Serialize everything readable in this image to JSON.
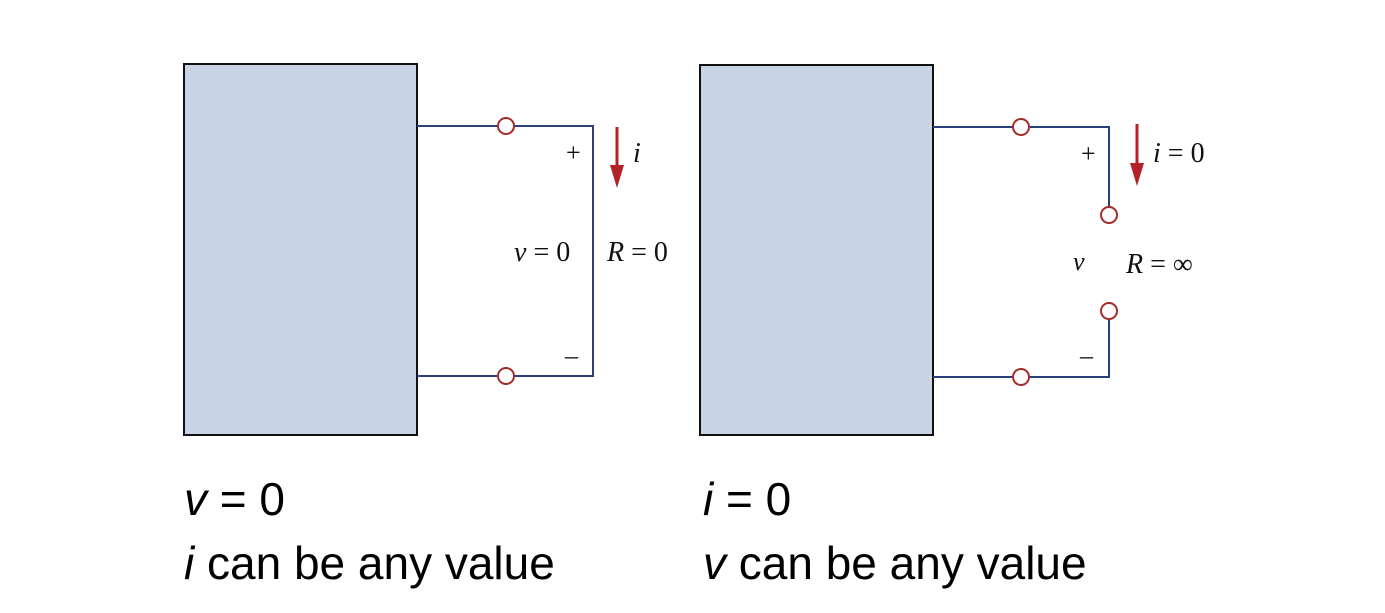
{
  "colors": {
    "box_fill": "#c9d3e6",
    "wire": "#2b3f7a",
    "terminal": "#a52a2a",
    "arrow": "#b22228"
  },
  "short_circuit": {
    "plus": "+",
    "minus": "–",
    "current_var": "i",
    "voltage_var": "v",
    "voltage_eq": " = 0",
    "resistance_var": "R",
    "resistance_eq": " = 0",
    "caption_line1_var": "v",
    "caption_line1_rest": " = 0",
    "caption_line2_var": "i",
    "caption_line2_rest": " can be any value"
  },
  "open_circuit": {
    "plus": "+",
    "minus": "–",
    "current_var": "i",
    "current_eq": " = 0",
    "voltage_var": "v",
    "resistance_var": "R",
    "resistance_eq": " = ∞",
    "caption_line1_var": "i",
    "caption_line1_rest": " = 0",
    "caption_line2_var": "v",
    "caption_line2_rest": " can be any value"
  }
}
